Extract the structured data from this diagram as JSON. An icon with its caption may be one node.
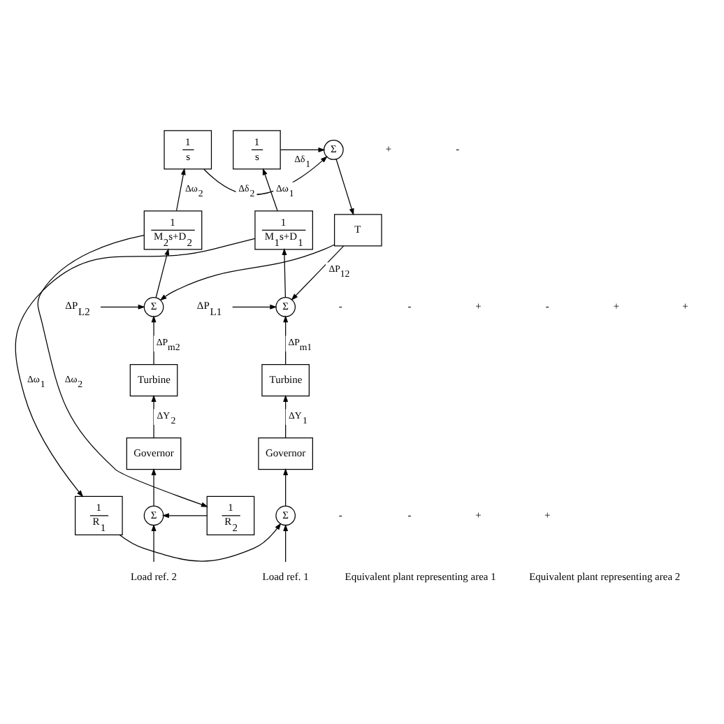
{
  "diagram": {
    "nodes": [
      {
        "text": [
          "1",
          "s"
        ]
      },
      {
        "text": [
          "Σ"
        ]
      },
      {
        "text": [
          "1",
          "s"
        ]
      },
      {
        "text": [
          "1",
          "M$_{1}$s+D$_{1}$"
        ]
      },
      {
        "text": [
          "T"
        ]
      },
      {
        "text": [
          "1",
          "M$_{2}$s+D$_{2}$"
        ]
      },
      {
        "text": [
          "ΔP$_{L1}$"
        ]
      },
      {
        "text": [
          "Σ"
        ]
      },
      {
        "text": [
          "Σ"
        ]
      },
      {
        "text": [
          "ΔP$_{L2}$"
        ]
      },
      {
        "text": [
          "Turbine"
        ]
      },
      {
        "text": [
          "Turbine"
        ]
      },
      {
        "text": [
          "Governor"
        ]
      },
      {
        "text": [
          "Governor"
        ]
      },
      {
        "text": [
          "1",
          "R$_{1}$"
        ]
      },
      {
        "text": [
          "Σ"
        ]
      },
      {
        "text": [
          "Σ"
        ]
      },
      {
        "text": [
          "1",
          "R$_{2}$"
        ]
      },
      {
        "text": [
          "Load ref. 1"
        ]
      },
      {
        "text": [
          "Load ref. 2"
        ]
      }
    ],
    "edges": [
      {
        "from": 3,
        "to": 0,
        "arrow": "to",
        "label": "Δω$_{1}$"
      },
      {
        "from": 0,
        "to": 1,
        "arrow": "to",
        "label": "Δδ$_{1}$"
      },
      {
        "from": 2,
        "to": 1,
        "arrow": "to",
        "label": "Δδ$_{2}$"
      },
      {
        "from": 5,
        "to": 2,
        "arrow": "to",
        "label": "Δω$_{2}$"
      },
      {
        "from": 1,
        "to": 4,
        "arrow": "to"
      },
      {
        "from": 4,
        "to": 7,
        "arrow": "to",
        "label": "ΔP$_{12}$"
      },
      {
        "from": 4,
        "to": 8,
        "arrow": "to"
      },
      {
        "from": 6,
        "to": 7,
        "arrow": "to"
      },
      {
        "from": 9,
        "to": 8,
        "arrow": "to"
      },
      {
        "from": 7,
        "to": 3,
        "arrow": "to"
      },
      {
        "from": 8,
        "to": 5,
        "arrow": "to"
      },
      {
        "from": 10,
        "to": 7,
        "arrow": "to",
        "label": "ΔP$_{m1}$"
      },
      {
        "from": 11,
        "to": 8,
        "arrow": "to",
        "label": "ΔP$_{m2}$"
      },
      {
        "from": 12,
        "to": 10,
        "arrow": "to",
        "label": "ΔY$_{1}$"
      },
      {
        "from": 13,
        "to": 11,
        "arrow": "to",
        "label": "ΔY$_{2}$"
      },
      {
        "from": 3,
        "to": 14,
        "arrow": "to",
        "label": "Δω$_{1}$"
      },
      {
        "from": 5,
        "to": 17,
        "arrow": "to",
        "label": "Δω$_{2}$"
      },
      {
        "from": 14,
        "to": 15,
        "arrow": "to"
      },
      {
        "from": 17,
        "to": 16,
        "arrow": "to"
      },
      {
        "from": 15,
        "to": 12,
        "arrow": "to"
      },
      {
        "from": 16,
        "to": 13,
        "arrow": "to"
      },
      {
        "from": 18,
        "to": 15,
        "arrow": "to"
      },
      {
        "from": 19,
        "to": 16,
        "arrow": "to"
      }
    ],
    "labels": [
      "+",
      "-",
      "-",
      "-",
      "+",
      "-",
      "+",
      "+",
      "-",
      "-",
      "+",
      "+",
      "Equivalent plant representing area 1",
      "Equivalent plant representing area 2"
    ]
  }
}
